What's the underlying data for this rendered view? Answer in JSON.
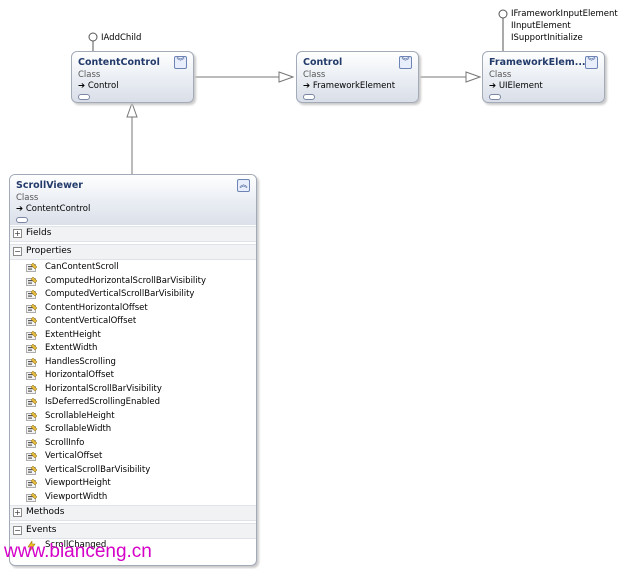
{
  "classes": {
    "content_control": {
      "name": "ContentControl",
      "stereotype": "Class",
      "base": "Control",
      "interface": "IAddChild"
    },
    "control": {
      "name": "Control",
      "stereotype": "Class",
      "base": "FrameworkElement"
    },
    "framework_element": {
      "name": "FrameworkElem...",
      "stereotype": "Class",
      "base": "UIElement",
      "interfaces": [
        "IFrameworkInputElement",
        "IInputElement",
        "ISupportInitialize"
      ]
    },
    "scroll_viewer": {
      "name": "ScrollViewer",
      "stereotype": "Class",
      "base": "ContentControl",
      "sections": {
        "fields": "Fields",
        "properties": "Properties",
        "methods": "Methods",
        "events": "Events"
      },
      "properties": [
        "CanContentScroll",
        "ComputedHorizontalScrollBarVisibility",
        "ComputedVerticalScrollBarVisibility",
        "ContentHorizontalOffset",
        "ContentVerticalOffset",
        "ExtentHeight",
        "ExtentWidth",
        "HandlesScrolling",
        "HorizontalOffset",
        "HorizontalScrollBarVisibility",
        "IsDeferredScrollingEnabled",
        "ScrollableHeight",
        "ScrollableWidth",
        "ScrollInfo",
        "VerticalOffset",
        "VerticalScrollBarVisibility",
        "ViewportHeight",
        "ViewportWidth"
      ],
      "events": [
        "ScrollChanged"
      ]
    }
  },
  "glyphs": {
    "inherit_arrow": "➔",
    "expand": "+",
    "collapse": "−",
    "chevron_down": "︾",
    "chevron_up": "︽"
  },
  "watermark": "www.bianceng.cn",
  "colors": {
    "title": "#233b6b",
    "watermark": "#d400c8",
    "border": "#a3aab8"
  }
}
